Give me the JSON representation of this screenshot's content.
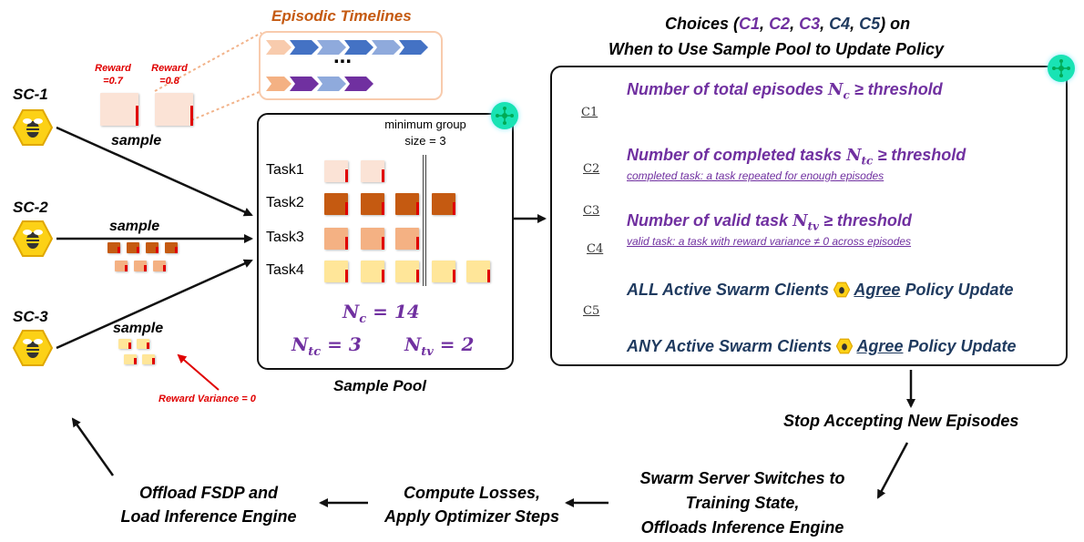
{
  "clients": [
    {
      "label": "SC-1"
    },
    {
      "label": "SC-2"
    },
    {
      "label": "SC-3"
    }
  ],
  "sample_label": "sample",
  "rewards": {
    "r1": "Reward =0.7",
    "r2": "Reward =0.8",
    "variance": "Reward Variance = 0"
  },
  "timelines_title": "Episodic Timelines",
  "timelines_ellipsis": "...",
  "pool": {
    "min_group_label": "minimum group size = 3",
    "tasks": [
      "Task1",
      "Task2",
      "Task3",
      "Task4"
    ],
    "nc": "N",
    "nc_sub": "c",
    "nc_val": " = 14",
    "ntc": "N",
    "ntc_sub": "tc",
    "ntc_val": " = 3",
    "ntv": "N",
    "ntv_sub": "tv",
    "ntv_val": " = 2",
    "caption": "Sample Pool"
  },
  "choices_title_1a": "Choices (",
  "choices_title_c1": "C1",
  "choices_title_c2": "C2",
  "choices_title_c3": "C3",
  "choices_title_c4": "C4",
  "choices_title_c5": "C5",
  "choices_title_1b": ") on",
  "choices_title_2": "When to Use Sample Pool to Update Policy",
  "choices": {
    "c1": {
      "tag": "C1",
      "text": "Number of total episodes ",
      "var": "N",
      "sub": "c",
      "rest": " ≥ threshold"
    },
    "c2": {
      "tag": "C2",
      "text": "Number of completed tasks ",
      "var": "N",
      "sub": "tc",
      "rest": " ≥ threshold",
      "note": "completed task: a task repeated for enough episodes"
    },
    "c3": {
      "tag": "C3",
      "text": "Number of valid task ",
      "var": "N",
      "sub": "tv",
      "rest": " ≥ threshold",
      "note": "valid task: a task with reward variance ≠ 0 across episodes"
    },
    "c4": {
      "tag": "C4",
      "text_a": "ALL Active Swarm Clients ",
      "agree": "Agree",
      "text_b": " Policy Update"
    },
    "c5": {
      "tag": "C5",
      "text_a": "ANY Active Swarm Clients ",
      "agree": "Agree",
      "text_b": " Policy Update"
    }
  },
  "steps": {
    "stop": "Stop Accepting New Episodes",
    "switch_1": "Swarm Server Switches to",
    "switch_2": "Training State,",
    "switch_3": "Offloads Inference Engine",
    "compute_1": "Compute Losses,",
    "compute_2": "Apply Optimizer Steps",
    "offload_1": "Offload FSDP and",
    "offload_2": "Load Inference Engine"
  },
  "colors": {
    "navy": "#1f3a5f",
    "purple": "#7030a0",
    "orange_title": "#c55a11",
    "hex_fill": "#fcd116",
    "server_badge": "#19e3b4",
    "marker_red": "#e00000"
  },
  "icons": [
    "bee-hex-icon",
    "network-node-icon"
  ]
}
